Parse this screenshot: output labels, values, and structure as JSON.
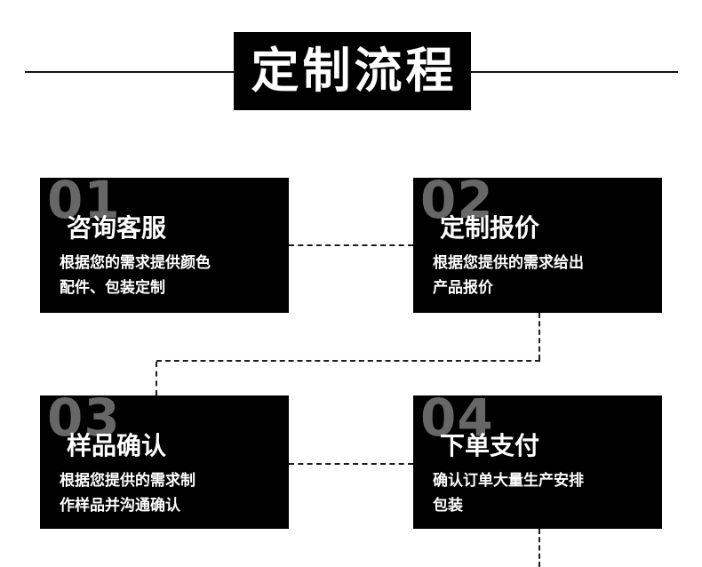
{
  "header": {
    "title": "定制流程"
  },
  "colors": {
    "page_background": "#ffffff",
    "card_background": "#000000",
    "step_number": "#676767",
    "card_text": "#ffffff",
    "connector_line": "#1c1c1c"
  },
  "steps": [
    {
      "number": "01",
      "title": "咨询客服",
      "desc_lines": [
        "根据您的需求提供颜色",
        "配件、包装定制"
      ]
    },
    {
      "number": "02",
      "title": "定制报价",
      "desc_lines": [
        "根据您提供的需求给出",
        "产品报价"
      ]
    },
    {
      "number": "03",
      "title": "样品确认",
      "desc_lines": [
        "根据您提供的需求制",
        "作样品并沟通确认"
      ]
    },
    {
      "number": "04",
      "title": "下单支付",
      "desc_lines": [
        "确认订单大量生产安排",
        "包装"
      ]
    }
  ]
}
